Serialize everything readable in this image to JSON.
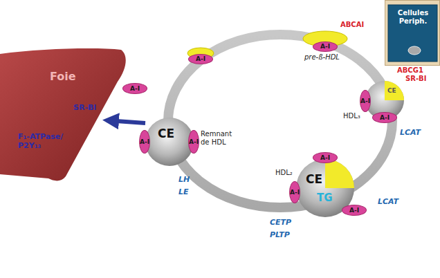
{
  "diagram": {
    "nodes": [
      {
        "text": [
          "Cellules Periph."
        ]
      },
      {
        "text": [
          "Foie"
        ]
      },
      {
        "text": [
          "A-I"
        ]
      },
      {
        "text": [
          "A-I"
        ]
      },
      {
        "text": [
          "A-I"
        ]
      },
      {
        "text": [
          "CE"
        ]
      },
      {
        "text": [
          "A-I"
        ],
        "in": 5
      },
      {
        "text": [
          "A-I"
        ],
        "in": 5
      },
      {
        "text": [
          "CE",
          "TG"
        ]
      },
      {
        "text": [
          "A-I"
        ],
        "in": 8
      },
      {
        "text": [
          "A-I"
        ],
        "in": 8
      },
      {
        "text": [
          "A-I"
        ],
        "in": 8
      },
      {
        "text": [
          "CE"
        ]
      },
      {
        "text": [
          "A-I"
        ],
        "in": 12
      },
      {
        "text": [
          "A-I"
        ],
        "in": 12
      }
    ],
    "edges": [
      {
        "from": 12,
        "to": 1,
        "arrow": "to"
      }
    ],
    "labels": [
      "SR-BI",
      "F₁-ATPase/ P2Y₁₃",
      "ABCAI",
      "pre-ß-HDL",
      "ABCG1",
      "SR-BI",
      "HDL₃",
      "LCAT",
      "HDL₂",
      "LCAT",
      "Remnant de HDL",
      "LH",
      "LE",
      "CETP",
      "PLTP"
    ]
  }
}
